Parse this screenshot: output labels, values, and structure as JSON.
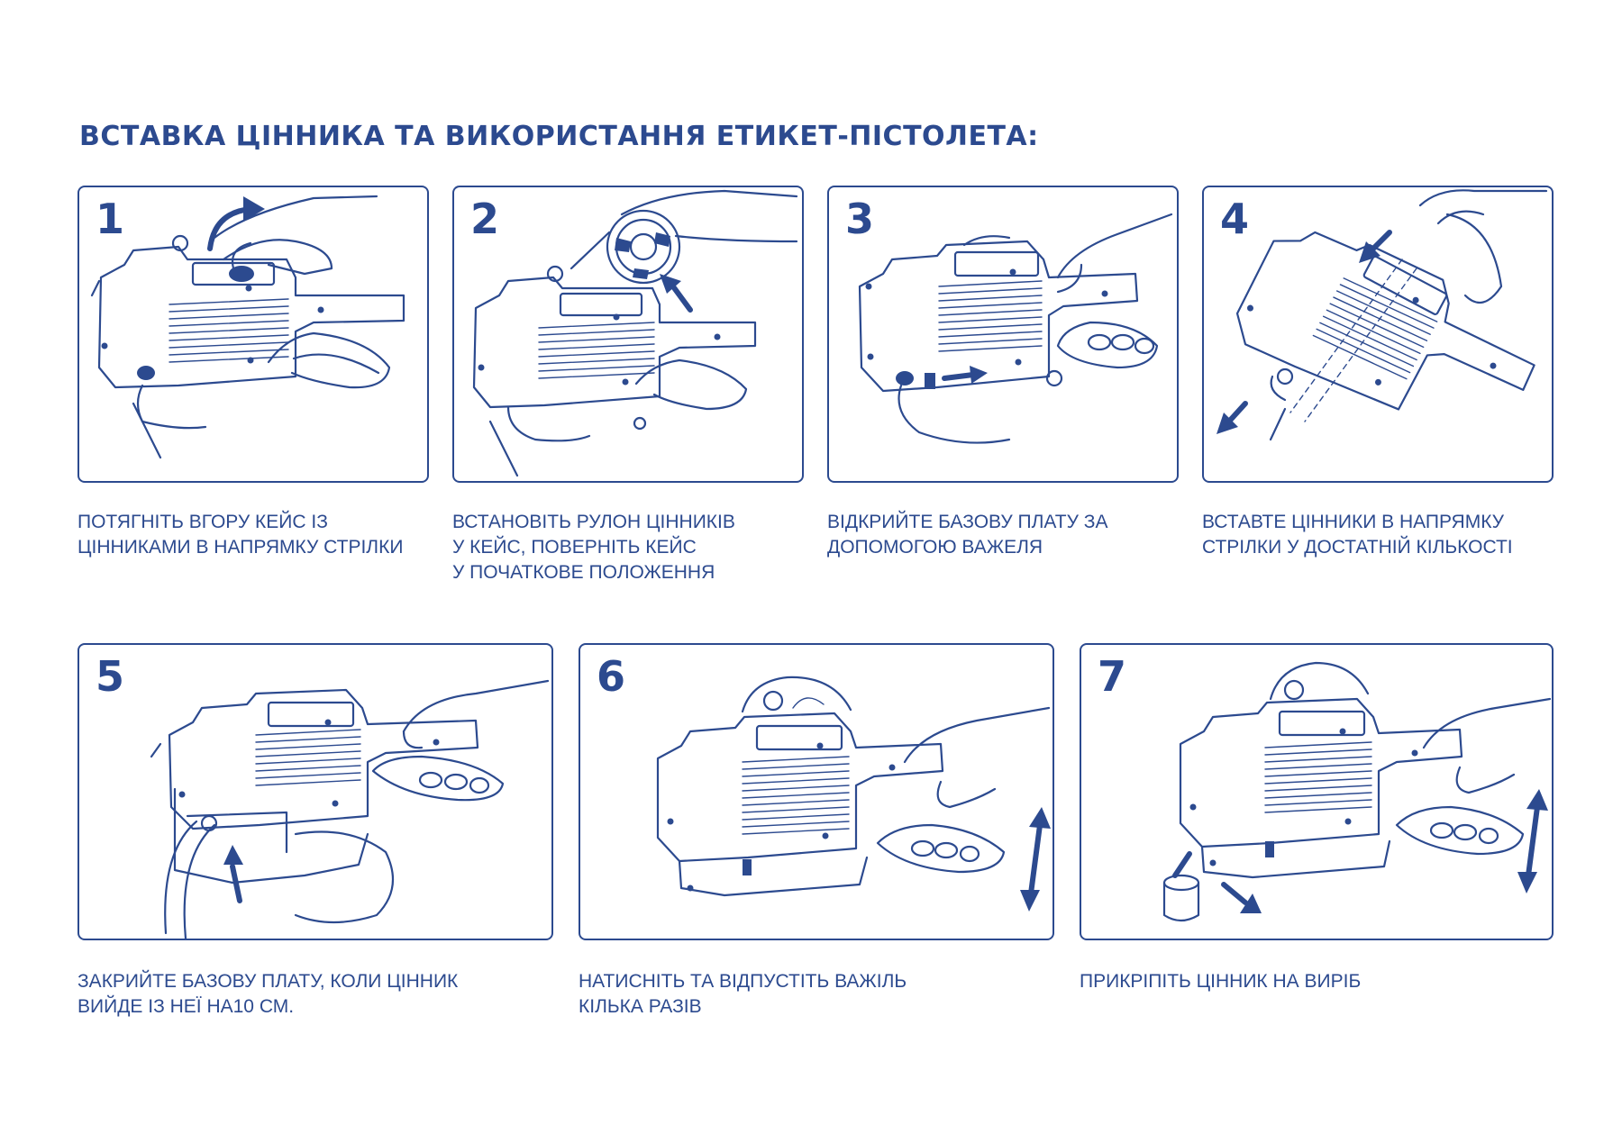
{
  "title": "ВСТАВКА ЦІННИКА ТА ВИКОРИСТАННЯ ЕТИКЕТ-ПІСТОЛЕТА:",
  "steps": [
    {
      "number": "1",
      "caption": [
        "ПОТЯГНІТЬ ВГОРУ КЕЙС ІЗ",
        "ЦІННИКАМИ В НАПРЯМКУ СТРІЛКИ"
      ],
      "illustration_icon": "labeler-gun-lift-case-icon"
    },
    {
      "number": "2",
      "caption": [
        "ВСТАНОВІТЬ РУЛОН ЦІННИКІВ",
        "У КЕЙС, ПОВЕРНІТЬ КЕЙС",
        "У ПОЧАТКОВЕ ПОЛОЖЕННЯ"
      ],
      "illustration_icon": "labeler-gun-insert-roll-icon"
    },
    {
      "number": "3",
      "caption": [
        "ВІДКРИЙТЕ БАЗОВУ ПЛАТУ ЗА",
        "ДОПОМОГОЮ ВАЖЕЛЯ"
      ],
      "illustration_icon": "labeler-gun-open-plate-icon"
    },
    {
      "number": "4",
      "caption": [
        "ВСТАВТЕ ЦІННИКИ В НАПРЯМКУ",
        "СТРІЛКИ У ДОСТАТНІЙ КІЛЬКОСТІ"
      ],
      "illustration_icon": "labeler-gun-thread-labels-icon"
    },
    {
      "number": "5",
      "caption": [
        "ЗАКРИЙТЕ БАЗОВУ ПЛАТУ, КОЛИ ЦІННИК",
        "ВИЙДЕ ІЗ НЕЇ НА10 СМ."
      ],
      "illustration_icon": "labeler-gun-close-plate-icon"
    },
    {
      "number": "6",
      "caption": [
        "НАТИСНІТЬ ТА ВІДПУСТІТЬ ВАЖІЛЬ",
        "КІЛЬКА РАЗІВ"
      ],
      "illustration_icon": "labeler-gun-squeeze-trigger-icon"
    },
    {
      "number": "7",
      "caption": [
        "ПРИКРІПІТЬ ЦІННИК НА ВИРІБ"
      ],
      "illustration_icon": "labeler-gun-apply-label-icon"
    }
  ],
  "colors": {
    "primary": "#2c4a8f",
    "background": "#ffffff"
  }
}
